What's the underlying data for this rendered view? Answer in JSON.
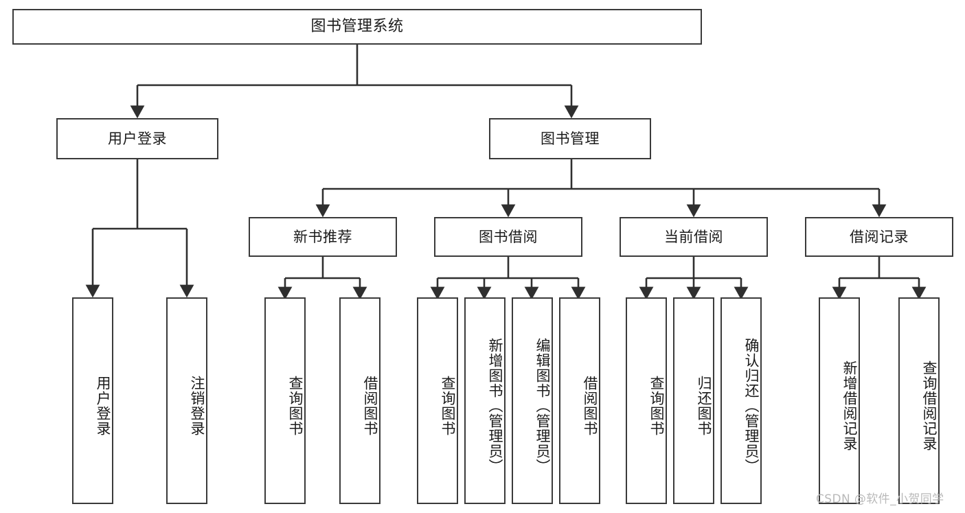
{
  "diagram": {
    "title": "图书管理系统",
    "type": "tree-hierarchy-chart",
    "orientation": "top-down",
    "colors": {
      "node_border": "#3a3a3a",
      "node_fill": "#ffffff",
      "edge": "#2f2f2f",
      "text": "#1b1b1b",
      "watermark": "#b9b9b9",
      "background": "#ffffff"
    },
    "root": {
      "label": "图书管理系统"
    },
    "level2": [
      {
        "id": "user-login",
        "label": "用户登录"
      },
      {
        "id": "book-manage",
        "label": "图书管理"
      }
    ],
    "level3": [
      {
        "id": "new-book-recommend",
        "label": "新书推荐",
        "parent": "book-manage"
      },
      {
        "id": "book-borrow",
        "label": "图书借阅",
        "parent": "book-manage"
      },
      {
        "id": "current-borrow",
        "label": "当前借阅",
        "parent": "book-manage"
      },
      {
        "id": "borrow-record",
        "label": "借阅记录",
        "parent": "book-manage"
      }
    ],
    "leaves": [
      {
        "id": "leaf-user-login",
        "label": "用户登录",
        "parent": "user-login"
      },
      {
        "id": "leaf-logout-login",
        "label": "注销登录",
        "parent": "user-login"
      },
      {
        "id": "leaf-query-book-1",
        "label": "查询图书",
        "parent": "new-book-recommend"
      },
      {
        "id": "leaf-borrow-book-1",
        "label": "借阅图书",
        "parent": "new-book-recommend"
      },
      {
        "id": "leaf-query-book-2",
        "label": "查询图书",
        "parent": "book-borrow"
      },
      {
        "id": "leaf-add-book",
        "label": "新增图书（管理员）",
        "parent": "book-borrow"
      },
      {
        "id": "leaf-edit-book",
        "label": "编辑图书（管理员）",
        "parent": "book-borrow"
      },
      {
        "id": "leaf-borrow-book-2",
        "label": "借阅图书",
        "parent": "book-borrow"
      },
      {
        "id": "leaf-query-book-3",
        "label": "查询图书",
        "parent": "current-borrow"
      },
      {
        "id": "leaf-return-book",
        "label": "归还图书",
        "parent": "current-borrow"
      },
      {
        "id": "leaf-confirm-return",
        "label": "确认归还（管理员）",
        "parent": "current-borrow"
      },
      {
        "id": "leaf-add-record",
        "label": "新增借阅记录",
        "parent": "borrow-record"
      },
      {
        "id": "leaf-query-record",
        "label": "查询借阅记录",
        "parent": "borrow-record"
      }
    ],
    "watermark": "CSDN @软件_小贺同学"
  }
}
